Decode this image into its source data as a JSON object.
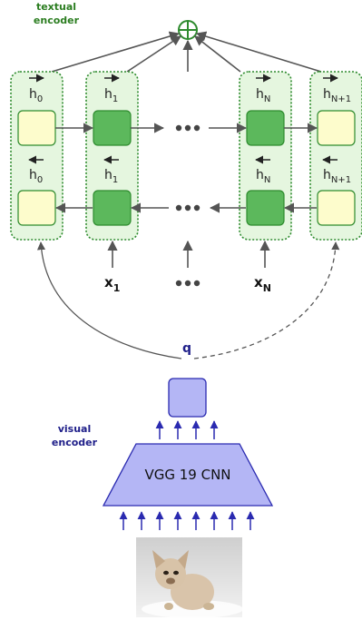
{
  "textual_encoder": {
    "line1": "textual",
    "line2": "encoder"
  },
  "visual_encoder": {
    "line1": "visual",
    "line2": "encoder"
  },
  "columns": [
    {
      "fwd_base": "h",
      "fwd_sub": "0",
      "bwd_base": "h",
      "bwd_sub": "0",
      "input_base": "",
      "input_sub": ""
    },
    {
      "fwd_base": "h",
      "fwd_sub": "1",
      "bwd_base": "h",
      "bwd_sub": "1",
      "input_base": "x",
      "input_sub": "1"
    },
    {
      "fwd_base": "h",
      "fwd_sub": "N",
      "bwd_base": "h",
      "bwd_sub": "N",
      "input_base": "x",
      "input_sub": "N"
    },
    {
      "fwd_base": "h",
      "fwd_sub": "N+1",
      "bwd_base": "h",
      "bwd_sub": "N+1",
      "input_base": "",
      "input_sub": ""
    }
  ],
  "query_label": "q",
  "cnn_label": "VGG 19 CNN",
  "sum_symbol": "⊕",
  "colors": {
    "green_dark": "#2e8b2e",
    "green_cell": "#5cb85c",
    "green_light_bg": "#e5f6df",
    "pale_cell": "#fdfccc",
    "blue_fill": "#b4b6f5",
    "blue_stroke": "#2a2ab0",
    "text_green": "#2b7d20",
    "text_blue": "#20208a"
  }
}
